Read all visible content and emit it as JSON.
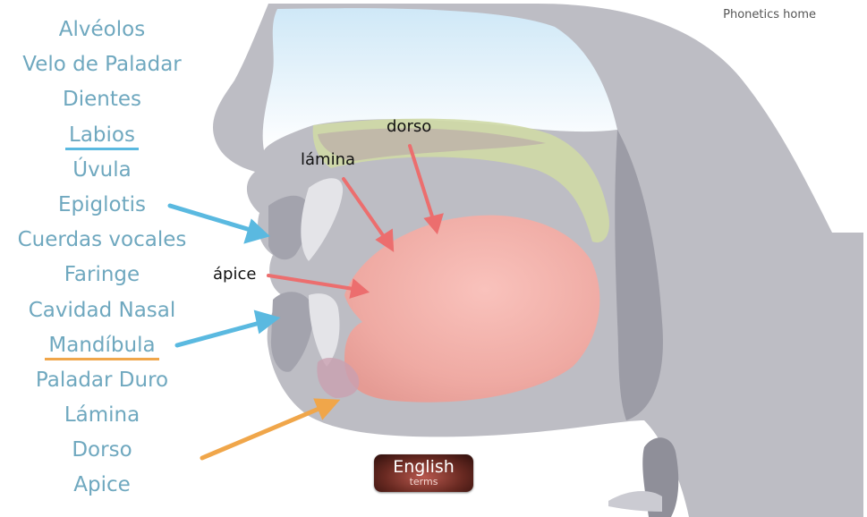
{
  "terms": [
    "Alvéolos",
    "Velo de Paladar",
    "Dientes",
    "Labios",
    "Úvula",
    "Epiglotis",
    "Cuerdas vocales",
    "Faringe",
    "Cavidad Nasal",
    "Mandíbula",
    "Paladar Duro",
    "Lámina",
    "Dorso",
    "Apice"
  ],
  "header": {
    "home_link": "Phonetics home"
  },
  "diagram_labels": {
    "dorso": "dorso",
    "lamina": "lámina",
    "apice": "ápice"
  },
  "language_button": {
    "main": "English",
    "sub": "terms"
  },
  "colors": {
    "term_text": "#6fa8bf",
    "underline_blue": "#5ab9e0",
    "underline_orange": "#f0a64a",
    "arrow_blue": "#5ab9e0",
    "arrow_orange": "#f0a64a",
    "arrow_red": "#ec6e6e",
    "head_gray": "#bdbdc4",
    "tongue_pink": "#f2b3ad",
    "palate_green": "#cfd9a6",
    "nasal_sky": "#d6ecf8"
  }
}
